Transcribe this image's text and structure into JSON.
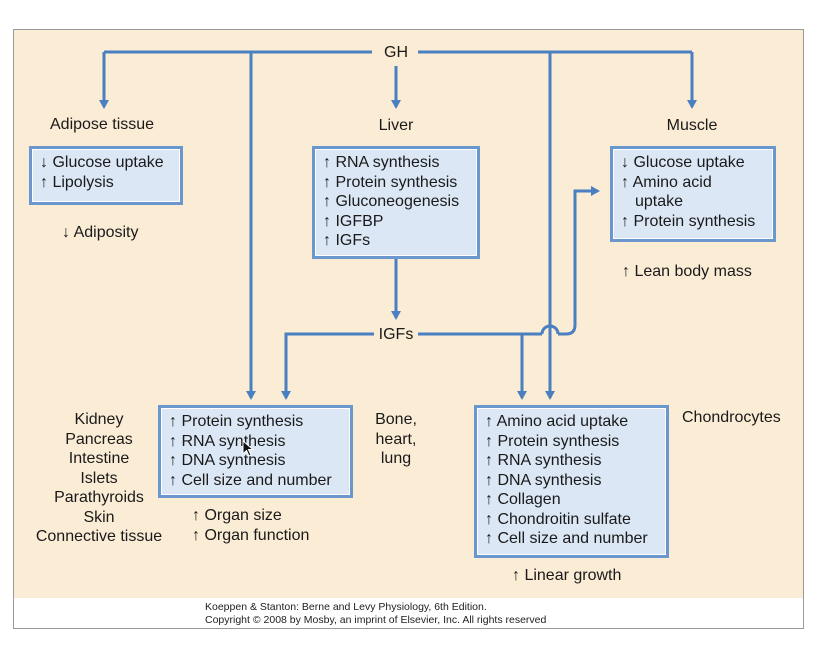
{
  "source": {
    "top": "GH",
    "middle": "IGFs"
  },
  "targets": {
    "adipose": "Adipose tissue",
    "liver": "Liver",
    "muscle": "Muscle"
  },
  "boxes": {
    "adipose": [
      "↓ Glucose uptake",
      "↑ Lipolysis"
    ],
    "liver": [
      "↑ RNA synthesis",
      "↑ Protein synthesis",
      "↑ Gluconeogenesis",
      "↑ IGFBP",
      "↑ IGFs"
    ],
    "muscle": [
      "↓ Glucose uptake",
      "↑ Amino acid",
      "   uptake",
      "↑ Protein synthesis"
    ],
    "organs": [
      "↑ Protein synthesis",
      "↑ RNA synthesis",
      "↑ DNA synthesis",
      "↑ Cell size and number"
    ],
    "chondro": [
      "↑ Amino acid uptake",
      "↑ Protein synthesis",
      "↑ RNA synthesis",
      "↑ DNA synthesis",
      "↑ Collagen",
      "↑ Chondroitin sulfate",
      "↑ Cell size and number"
    ]
  },
  "effects": {
    "adiposity": "↓ Adiposity",
    "lean_mass": "↑ Lean body mass",
    "organ_size": "↑ Organ size",
    "organ_function": "↑ Organ function",
    "linear_growth": "↑ Linear growth"
  },
  "tissues": {
    "organ_list": [
      "Kidney",
      "Pancreas",
      "Intestine",
      "Islets",
      "Parathyroids",
      "Skin",
      "Connective tissue"
    ],
    "other_list": [
      "Bone,",
      "heart,",
      "lung"
    ],
    "chondrocytes": "Chondrocytes"
  },
  "caption": {
    "line1": "Koeppen & Stanton: Berne and Levy Physiology, 6th Edition.",
    "line2": "Copyright © 2008 by Mosby, an imprint of Elsevier, Inc. All rights reserved"
  },
  "colors": {
    "panel": "#fbecd5",
    "arrow": "#4a7fc1",
    "box_fill": "#dbe7f5",
    "box_border": "#6b97cf"
  }
}
